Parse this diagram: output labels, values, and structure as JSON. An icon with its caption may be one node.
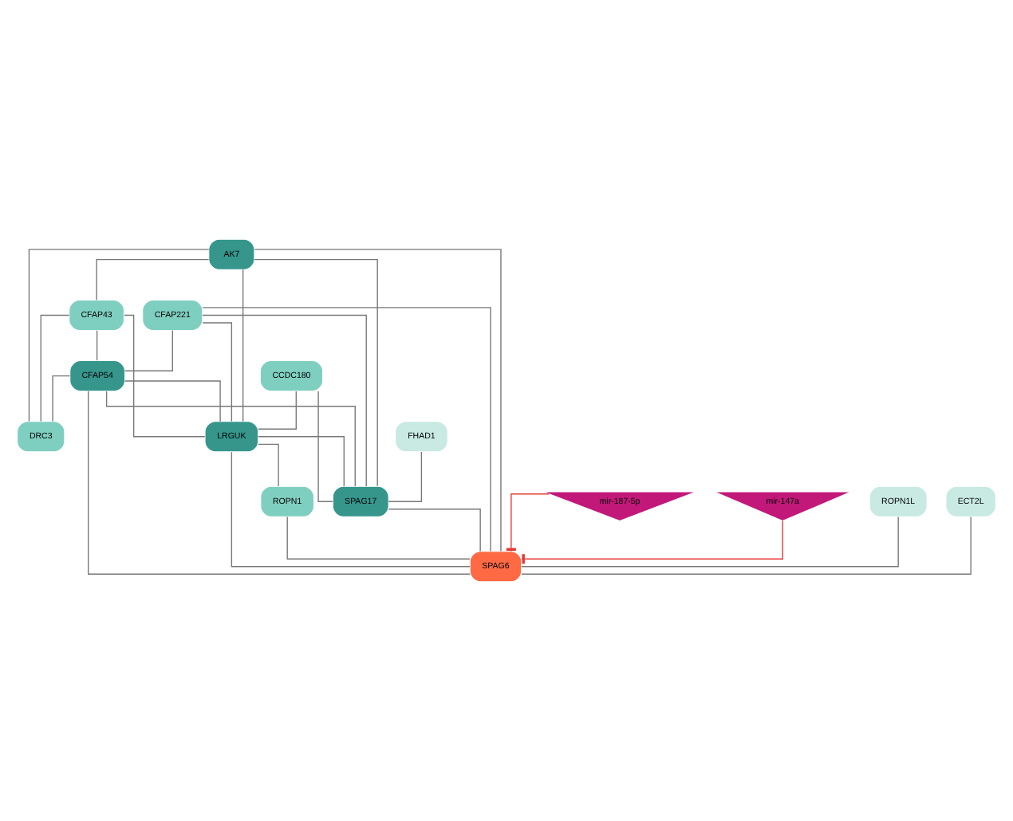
{
  "diagram": {
    "nodes": [
      {
        "text": [
          "AK7"
        ]
      },
      {
        "text": [
          "CFAP43"
        ]
      },
      {
        "text": [
          "CFAP221"
        ]
      },
      {
        "text": [
          "CFAP54"
        ]
      },
      {
        "text": [
          "CCDC180"
        ]
      },
      {
        "text": [
          "DRC3"
        ]
      },
      {
        "text": [
          "LRGUK"
        ]
      },
      {
        "text": [
          "FHAD1"
        ]
      },
      {
        "text": [
          "ROPN1"
        ]
      },
      {
        "text": [
          "SPAG17"
        ]
      },
      {
        "text": [
          "mir-187-5p"
        ]
      },
      {
        "text": [
          "mir-147a"
        ]
      },
      {
        "text": [
          "ROPN1L"
        ]
      },
      {
        "text": [
          "ECT2L"
        ]
      },
      {
        "text": [
          "SPAG6"
        ]
      }
    ],
    "edges": [
      {
        "from": 0,
        "to": 14,
        "arrow": "none"
      },
      {
        "from": 0,
        "to": 5,
        "arrow": "none"
      },
      {
        "from": 0,
        "to": 1,
        "arrow": "none"
      },
      {
        "from": 0,
        "to": 6,
        "arrow": "none"
      },
      {
        "from": 0,
        "to": 9,
        "arrow": "none"
      },
      {
        "from": 1,
        "to": 5,
        "arrow": "none"
      },
      {
        "from": 1,
        "to": 3,
        "arrow": "none"
      },
      {
        "from": 1,
        "to": 6,
        "arrow": "none"
      },
      {
        "from": 2,
        "to": 3,
        "arrow": "none"
      },
      {
        "from": 2,
        "to": 6,
        "arrow": "none"
      },
      {
        "from": 2,
        "to": 9,
        "arrow": "none"
      },
      {
        "from": 2,
        "to": 14,
        "arrow": "none"
      },
      {
        "from": 4,
        "to": 6,
        "arrow": "none"
      },
      {
        "from": 4,
        "to": 9,
        "arrow": "none"
      },
      {
        "from": 3,
        "to": 5,
        "arrow": "none"
      },
      {
        "from": 3,
        "to": 6,
        "arrow": "none"
      },
      {
        "from": 3,
        "to": 14,
        "arrow": "none"
      },
      {
        "from": 3,
        "to": 9,
        "arrow": "none"
      },
      {
        "from": 6,
        "to": 14,
        "arrow": "none"
      },
      {
        "from": 6,
        "to": 8,
        "arrow": "none"
      },
      {
        "from": 6,
        "to": 9,
        "arrow": "none"
      },
      {
        "from": 7,
        "to": 9,
        "arrow": "none"
      },
      {
        "from": 9,
        "to": 14,
        "arrow": "none"
      },
      {
        "from": 8,
        "to": 14,
        "arrow": "none"
      },
      {
        "from": 10,
        "to": 14,
        "arrow": "other",
        "color": "#e53935"
      },
      {
        "from": 11,
        "to": 14,
        "arrow": "other",
        "color": "#e53935"
      },
      {
        "from": 12,
        "to": 14,
        "arrow": "none"
      },
      {
        "from": 13,
        "to": 14,
        "arrow": "none"
      }
    ]
  }
}
